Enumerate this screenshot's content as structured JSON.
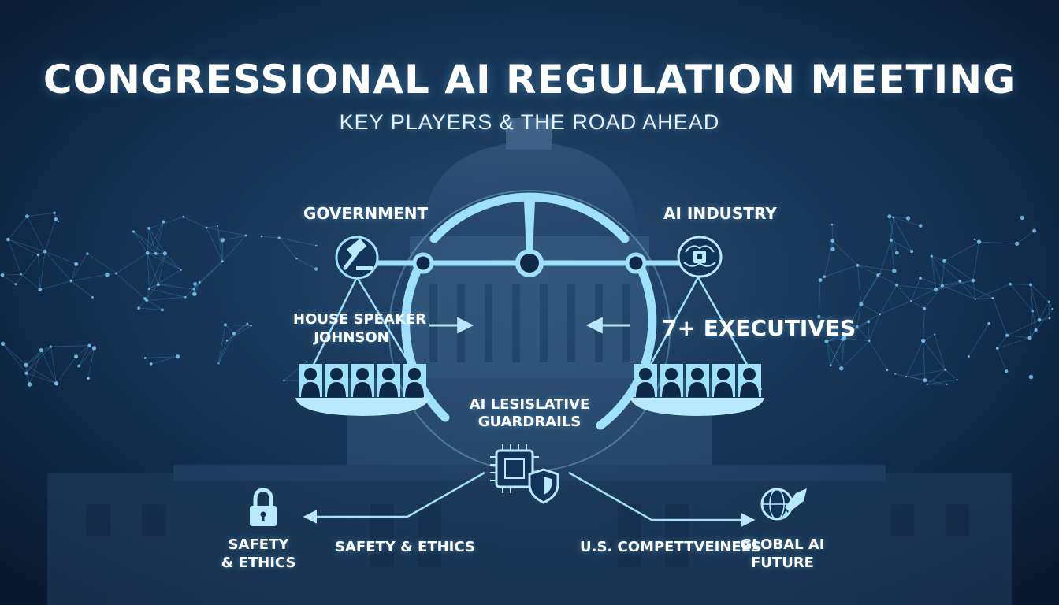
{
  "header": {
    "title": "CONGRESSIONAL AI REGULATION MEETING",
    "subtitle": "KEY PLAYERS & THE ROAD AHEAD"
  },
  "scale": {
    "left_label": "GOVERNMENT",
    "left_sub_line1": "HOUSE SPEAKER",
    "left_sub_line2": "JOHNSON",
    "right_label": "AI INDUSTRY",
    "right_sub": "7+ EXECUTIVES",
    "center_line1": "AI LESISLATIVE",
    "center_line2": "GUARDRAILS"
  },
  "outcomes": {
    "far_left_line1": "SAFETY",
    "far_left_line2": "& ETHICS",
    "left": "SAFETY & ETHICS",
    "right": "U.S. COMPETTVEINEES",
    "far_right_line1": "GLOBAL AI",
    "far_right_line2": "FUTURE"
  },
  "icons": {
    "gavel": "gavel-icon",
    "brain": "brain-chip-icon",
    "chip_shield": "chip-shield-icon",
    "lock": "lock-icon",
    "globe_rocket": "globe-rocket-icon",
    "people": "people-group-icon"
  },
  "colors": {
    "background": "#0a1c33",
    "accent": "#8fd6f6",
    "text": "#ffffff"
  }
}
